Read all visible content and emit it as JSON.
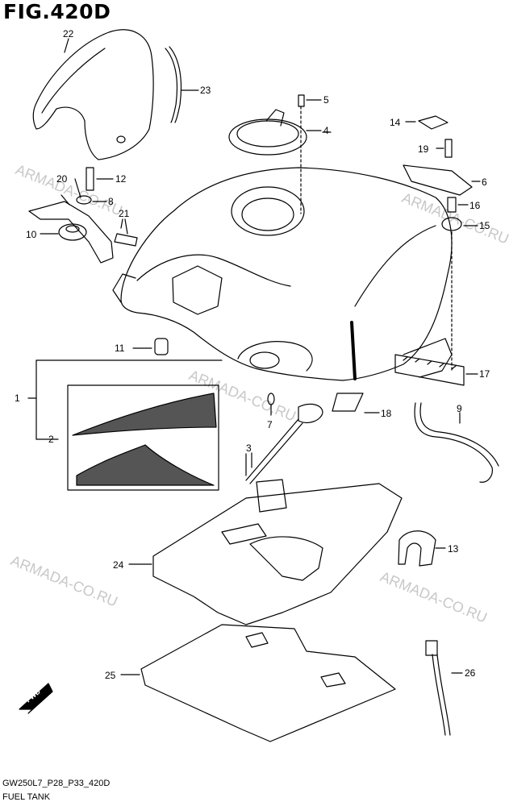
{
  "figure": {
    "title": "FIG.420D",
    "code": "GW250L7_P28_P33_420D",
    "name": "FUEL TANK"
  },
  "watermarks": [
    "ARMADA-CO.RU",
    "ARMADA-CO.RU",
    "ARMADA-CO.RU",
    "ARMADA-CO.RU",
    "ARMADA-CO.RU"
  ],
  "direction_badge": "FWD",
  "callouts": [
    "1",
    "2",
    "3",
    "4",
    "5",
    "6",
    "7",
    "8",
    "9",
    "10",
    "11",
    "12",
    "13",
    "14",
    "15",
    "16",
    "17",
    "18",
    "19",
    "20",
    "21",
    "22",
    "23",
    "24",
    "25",
    "26"
  ]
}
